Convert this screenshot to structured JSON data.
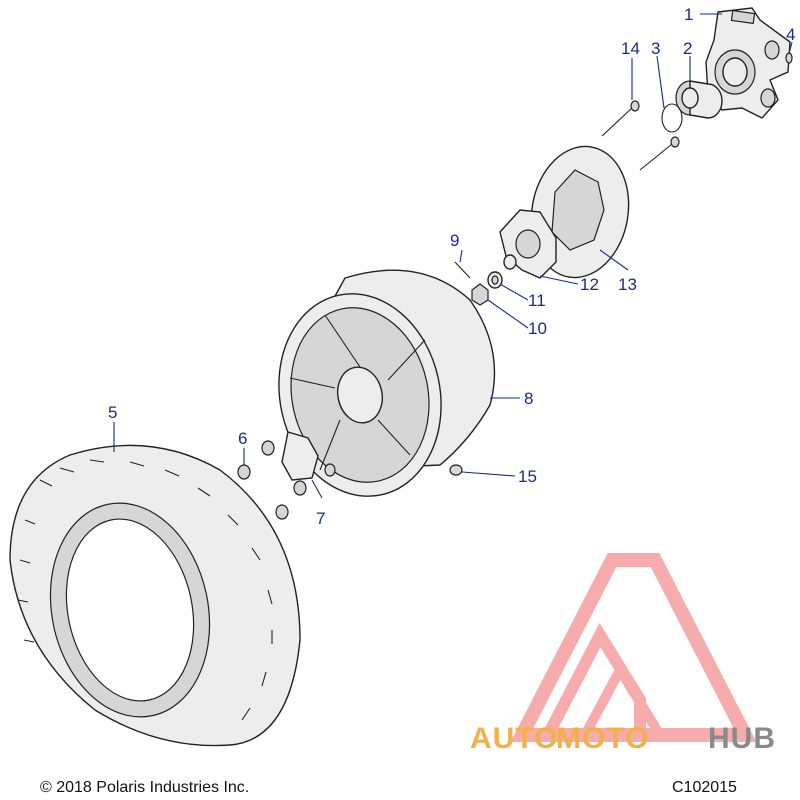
{
  "callouts": [
    {
      "id": "c1",
      "label": "1"
    },
    {
      "id": "c2",
      "label": "2"
    },
    {
      "id": "c3",
      "label": "3"
    },
    {
      "id": "c4",
      "label": "4"
    },
    {
      "id": "c5",
      "label": "5"
    },
    {
      "id": "c6",
      "label": "6"
    },
    {
      "id": "c7",
      "label": "7"
    },
    {
      "id": "c8",
      "label": "8"
    },
    {
      "id": "c9",
      "label": "9"
    },
    {
      "id": "c10",
      "label": "10"
    },
    {
      "id": "c11",
      "label": "11"
    },
    {
      "id": "c12",
      "label": "12"
    },
    {
      "id": "c13",
      "label": "13"
    },
    {
      "id": "c14",
      "label": "14"
    },
    {
      "id": "c15",
      "label": "15"
    }
  ],
  "footer": {
    "copyright": "© 2018 Polaris Industries Inc.",
    "code": "C102015"
  },
  "watermark": {
    "part1": "AUTO",
    "part2": "MOTO",
    "part3": "HUB"
  },
  "colors": {
    "callout": "#1a2a8c",
    "watermark_red": "#f06a6a",
    "watermark_orange": "#f3b04a",
    "watermark_gray": "#8a8a8a"
  }
}
